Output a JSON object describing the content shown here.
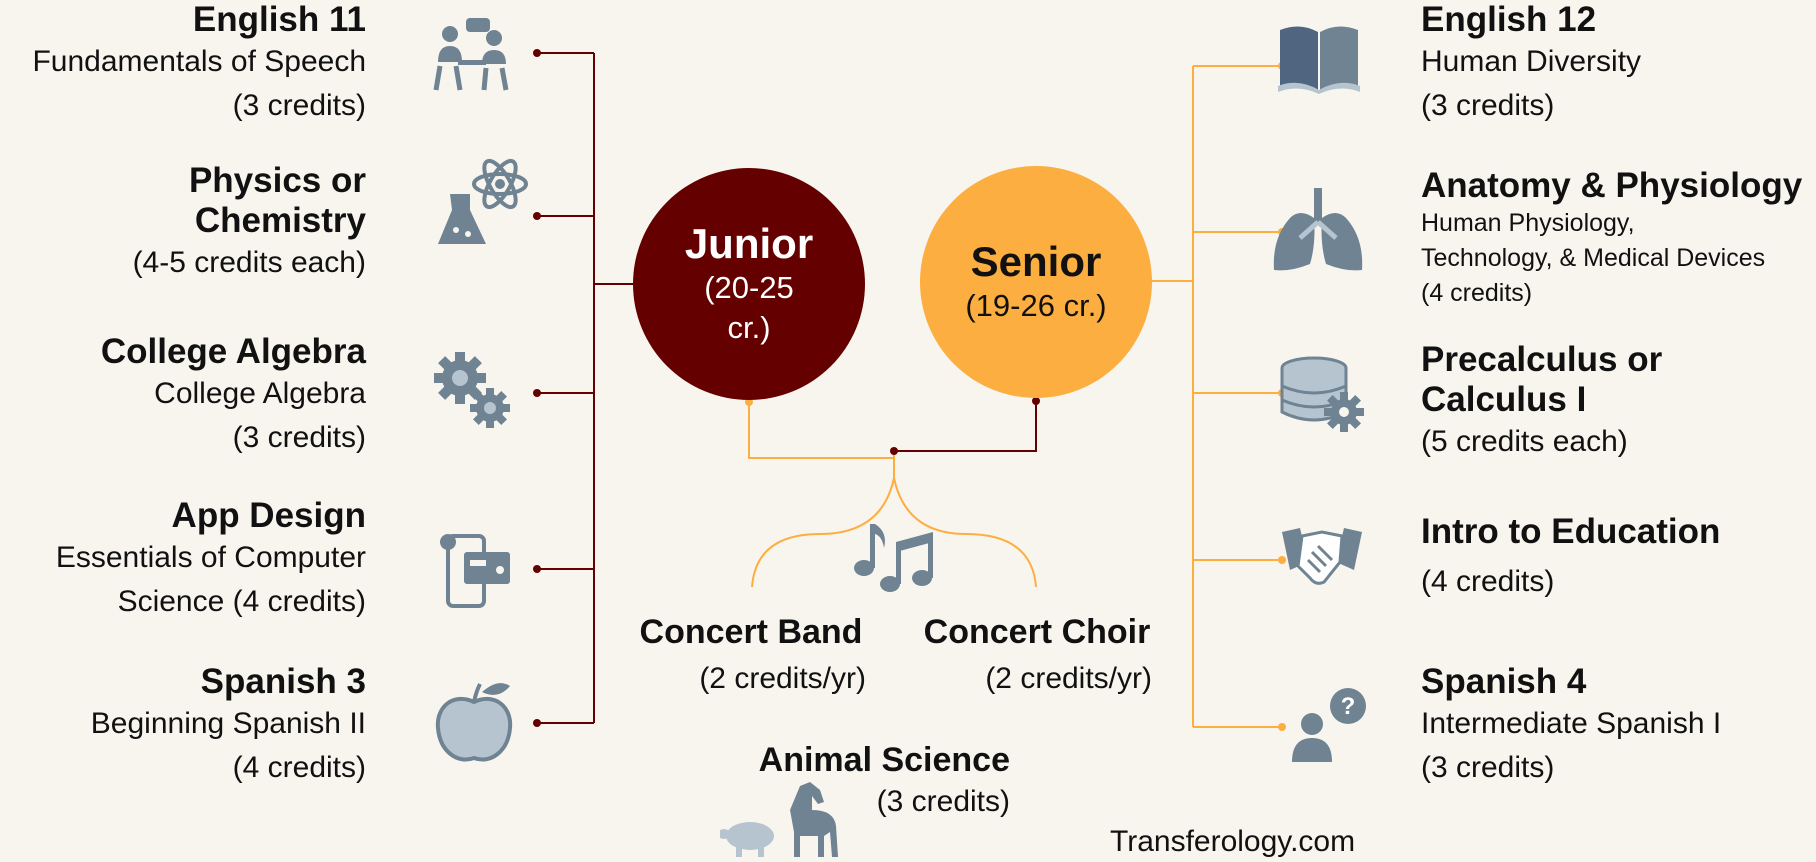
{
  "left_courses": [
    {
      "title": "English 11",
      "lines": [
        "Fundamentals of Speech",
        "(3 credits)"
      ],
      "icon": "speech-people-icon"
    },
    {
      "title_lines": [
        "Physics or",
        "Chemistry"
      ],
      "lines": [
        "(4-5 credits each)"
      ],
      "icon": "atom-flask-icon"
    },
    {
      "title": "College Algebra",
      "lines": [
        "College Algebra",
        "(3 credits)"
      ],
      "icon": "gears-icon"
    },
    {
      "title": "App Design",
      "lines": [
        "Essentials of Computer",
        "Science (4 credits)"
      ],
      "icon": "phone-card-icon"
    },
    {
      "title": "Spanish 3",
      "lines": [
        "Beginning Spanish II",
        "(4 credits)"
      ],
      "icon": "apple-icon"
    }
  ],
  "right_courses": [
    {
      "title": "English 12",
      "lines": [
        "Human Diversity",
        "(3 credits)"
      ],
      "icon": "open-book-icon"
    },
    {
      "title": "Anatomy & Physiology",
      "lines": [
        "Human Physiology,",
        "Technology, & Medical Devices",
        "(4 credits)"
      ],
      "icon": "lungs-icon"
    },
    {
      "title_lines": [
        "Precalculus or",
        "Calculus I"
      ],
      "lines": [
        "(5 credits each)"
      ],
      "icon": "database-gear-icon"
    },
    {
      "title": "Intro to Education",
      "lines": [
        "(4 credits)"
      ],
      "icon": "handshake-icon"
    },
    {
      "title": "Spanish 4",
      "lines": [
        "Intermediate Spanish I",
        "(3 credits)"
      ],
      "icon": "person-question-icon"
    }
  ],
  "junior": {
    "label": "Junior",
    "credits_line1": "(20-25",
    "credits_line2": "cr.)"
  },
  "senior": {
    "label": "Senior",
    "credits": "(19-26 cr.)"
  },
  "electives": {
    "band": {
      "title": "Concert Band",
      "credits": "(2 credits/yr)"
    },
    "choir": {
      "title": "Concert Choir",
      "credits": "(2 credits/yr)"
    },
    "animal": {
      "title": "Animal Science",
      "credits": "(3 credits)"
    }
  },
  "footer": {
    "site": "Transferology.com"
  },
  "colors": {
    "junior": "#650000",
    "senior": "#fdae40",
    "icon": "#6f8393",
    "icon_light": "#b6c4cf"
  }
}
